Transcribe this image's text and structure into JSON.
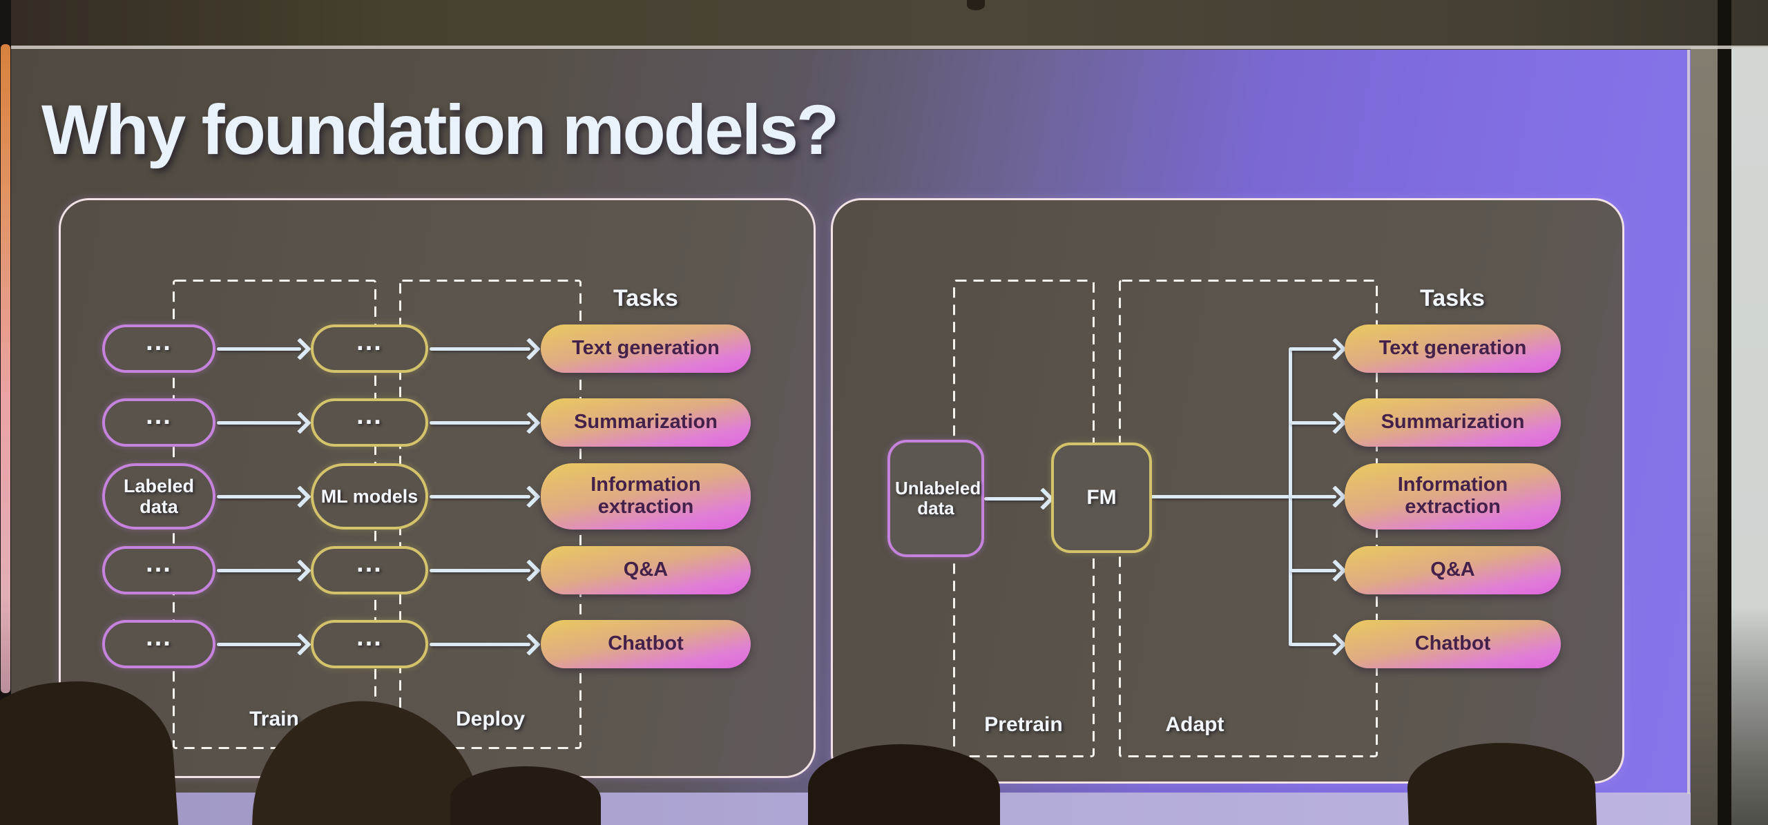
{
  "slide": {
    "title": "Why foundation models?"
  },
  "left_diagram": {
    "tasks_header": "Tasks",
    "stage_labels": {
      "train": "Train",
      "deploy": "Deploy"
    },
    "data_pills": [
      "...",
      "...",
      "Labeled data",
      "...",
      "..."
    ],
    "model_pills": [
      "...",
      "...",
      "ML models",
      "...",
      "..."
    ],
    "task_pills": [
      "Text generation",
      "Summarization",
      "Information extraction",
      "Q&A",
      "Chatbot"
    ]
  },
  "right_diagram": {
    "tasks_header": "Tasks",
    "stage_labels": {
      "pretrain": "Pretrain",
      "adapt": "Adapt"
    },
    "data_pill": "Unlabeled data",
    "model_pill": "FM",
    "task_pills": [
      "Text generation",
      "Summarization",
      "Information extraction",
      "Q&A",
      "Chatbot"
    ]
  },
  "colors": {
    "data_pill_border": "#c583dd",
    "model_pill_border": "#d4c36b",
    "arrow": "#dceaf6",
    "task_pill_gradient_start": "#e9c95f",
    "task_pill_gradient_end": "#df65df",
    "slide_background_left": "#59534b",
    "slide_background_right": "#8472e8"
  }
}
